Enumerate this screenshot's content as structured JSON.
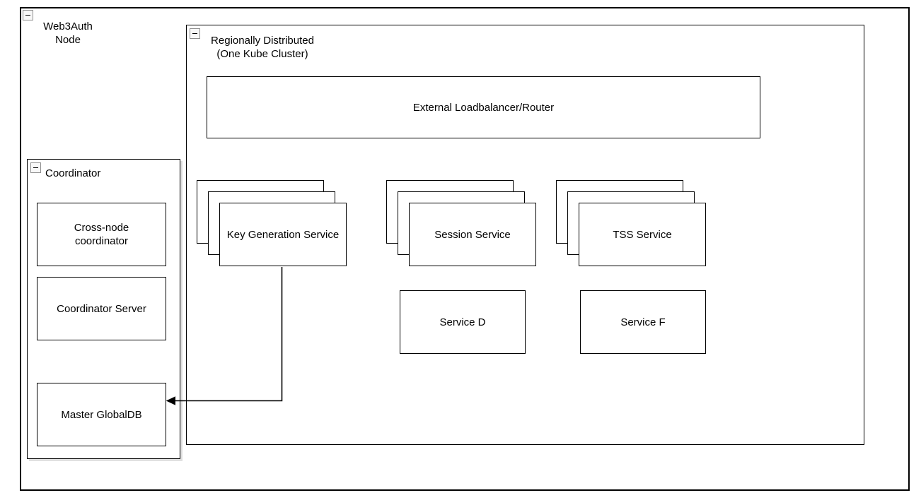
{
  "containers": {
    "web3auth": {
      "label": "Web3Auth\nNode"
    },
    "regional": {
      "label": "Regionally Distributed\n(One Kube Cluster)"
    },
    "coordinator": {
      "label": "Coordinator"
    }
  },
  "nodes": {
    "loadbalancer": {
      "label": "External Loadbalancer/Router"
    },
    "key_generation": {
      "label": "Key Generation Service",
      "stacked": true
    },
    "session": {
      "label": "Session Service",
      "stacked": true
    },
    "tss": {
      "label": "TSS Service",
      "stacked": true
    },
    "service_d": {
      "label": "Service D"
    },
    "service_f": {
      "label": "Service F"
    },
    "cross_node": {
      "label": "Cross-node coordinator"
    },
    "coordinator_server": {
      "label": "Coordinator Server"
    },
    "master_globaldb": {
      "label": "Master GlobalDB"
    }
  },
  "edges": [
    {
      "from": "key_generation",
      "to": "master_globaldb",
      "style": "orthogonal",
      "arrowhead": "filled-left"
    }
  ],
  "icons": {
    "collapse": "minus-in-square"
  },
  "colors": {
    "border": "#000000",
    "background": "#ffffff",
    "text": "#000000"
  }
}
